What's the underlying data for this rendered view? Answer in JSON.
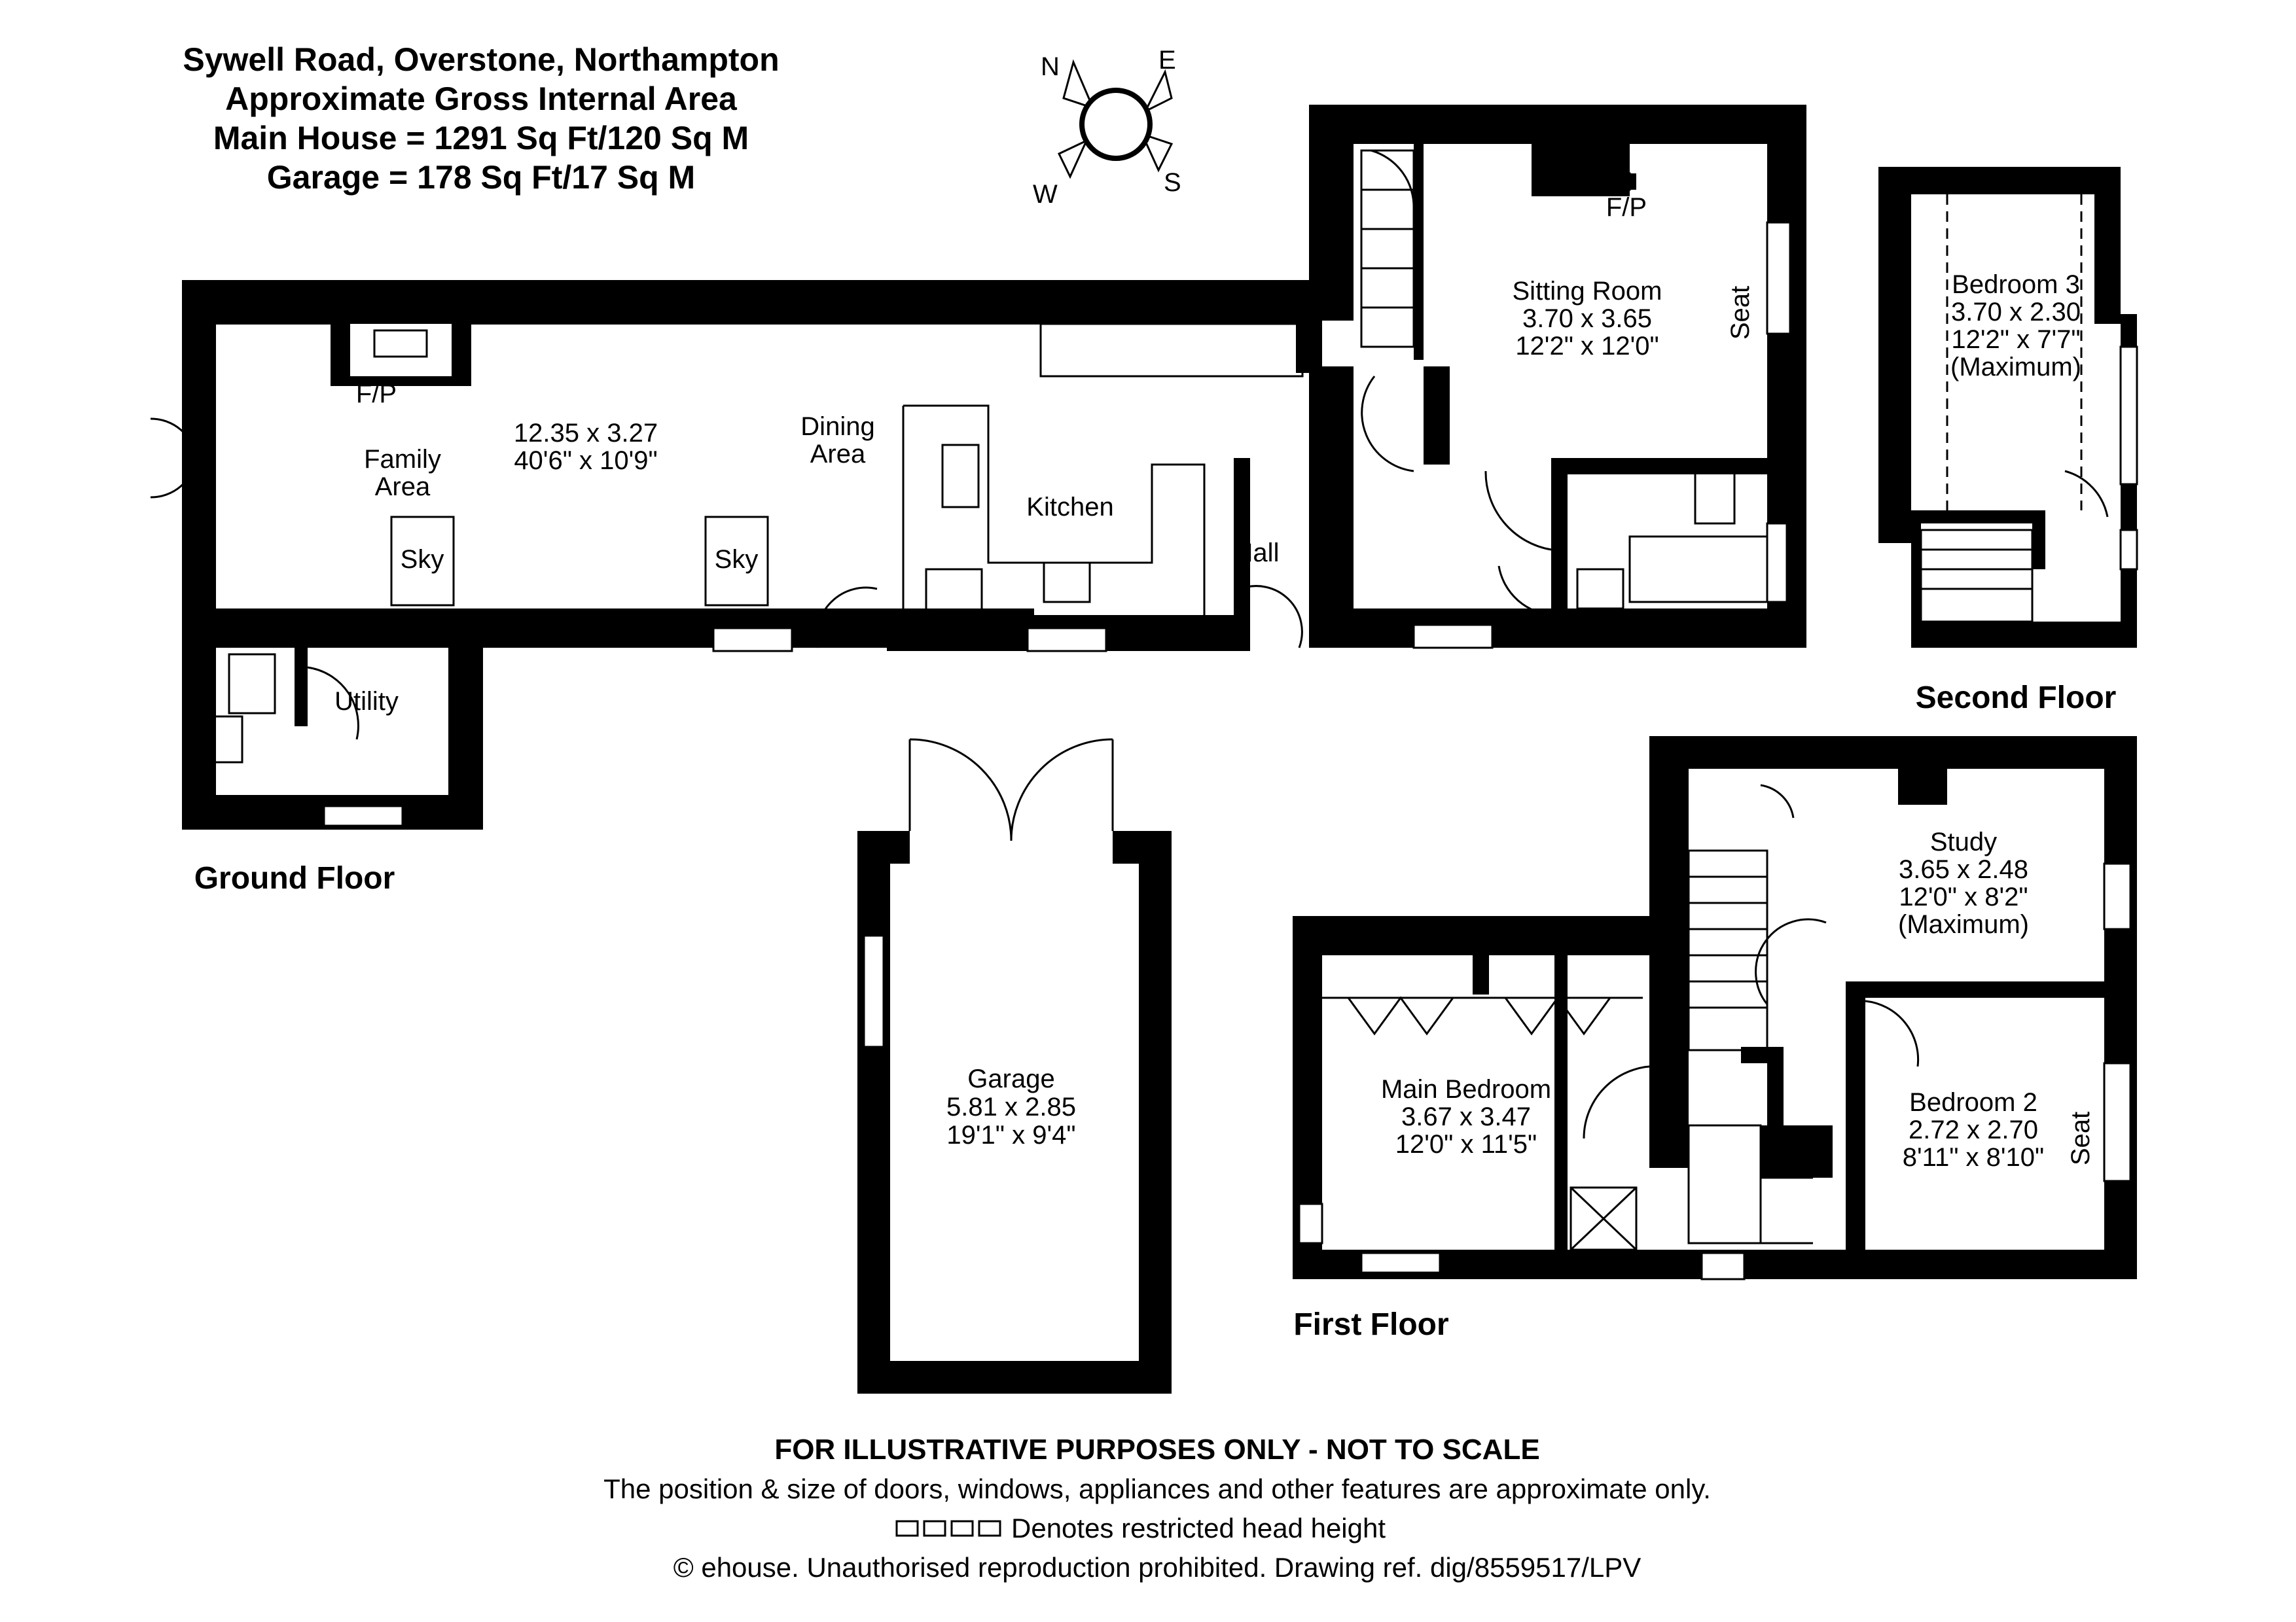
{
  "header": {
    "title": "Sywell Road, Overstone, Northampton",
    "subtitle": "Approximate Gross Internal Area",
    "main_house": "Main House = 1291 Sq Ft/120 Sq M",
    "garage": "Garage = 178 Sq Ft/17 Sq M"
  },
  "compass": {
    "n": "N",
    "e": "E",
    "s": "S",
    "w": "W"
  },
  "floors": {
    "ground": "Ground Floor",
    "first": "First Floor",
    "second": "Second Floor"
  },
  "rooms": {
    "family_fp": "F/P",
    "family_name_1": "Family",
    "family_name_2": "Area",
    "family_dims_m": "12.35 x 3.27",
    "family_dims_ft": "40'6\" x 10'9\"",
    "sky_1": "Sky",
    "sky_2": "Sky",
    "dining_1": "Dining",
    "dining_2": "Area",
    "kitchen": "Kitchen",
    "hall": "Hall",
    "utility": "Utility",
    "sitting_fp": "F/P",
    "sitting_name": "Sitting Room",
    "sitting_dims_m": "3.70 x 3.65",
    "sitting_dims_ft": "12'2\" x 12'0\"",
    "sitting_seat": "Seat",
    "bed3_name": "Bedroom 3",
    "bed3_dims_m": "3.70 x 2.30",
    "bed3_dims_ft": "12'2\" x 7'7\"",
    "bed3_max": "(Maximum)",
    "garage_name": "Garage",
    "garage_dims_m": "5.81 x 2.85",
    "garage_dims_ft": "19'1\" x 9'4\"",
    "study_name": "Study",
    "study_dims_m": "3.65 x 2.48",
    "study_dims_ft": "12'0\" x 8'2\"",
    "study_max": "(Maximum)",
    "main_bed_name": "Main Bedroom",
    "main_bed_dims_m": "3.67 x 3.47",
    "main_bed_dims_ft": "12'0\" x 11'5\"",
    "bed2_name": "Bedroom 2",
    "bed2_dims_m": "2.72 x 2.70",
    "bed2_dims_ft": "8'11\" x 8'10\"",
    "bed2_seat": "Seat"
  },
  "footer": {
    "disclaimer": "FOR ILLUSTRATIVE PURPOSES ONLY - NOT TO SCALE",
    "position_note": "The position & size of doors, windows, appliances and other features are approximate only.",
    "head_height": "Denotes restricted head height",
    "copyright": "© ehouse. Unauthorised reproduction prohibited. Drawing ref. dig/8559517/LPV"
  }
}
